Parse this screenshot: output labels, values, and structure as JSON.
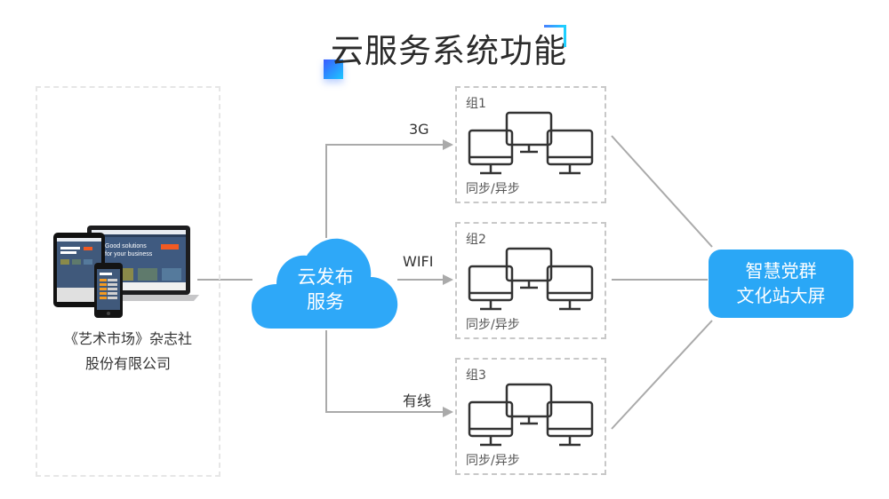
{
  "title": "云服务系统功能",
  "colors": {
    "accent_blue": "#2aa7f6",
    "cloud_blue": "#2ea8f8",
    "line_gray": "#aaaaaa",
    "dash_gray": "#c8c8c8",
    "icon_dark": "#333333"
  },
  "publisher": {
    "icon": "responsive-devices-icon",
    "name_line1": "《艺术市场》杂志社",
    "name_line2": "股份有限公司"
  },
  "cloud": {
    "icon": "cloud-icon",
    "line1": "云发布",
    "line2": "服务"
  },
  "connections": [
    {
      "label": "3G"
    },
    {
      "label": "WIFI"
    },
    {
      "label": "有线"
    }
  ],
  "groups": [
    {
      "label": "组1",
      "mode": "同步/异步",
      "icon": "three-monitors-icon"
    },
    {
      "label": "组2",
      "mode": "同步/异步",
      "icon": "three-monitors-icon"
    },
    {
      "label": "组3",
      "mode": "同步/异步",
      "icon": "three-monitors-icon"
    }
  ],
  "target": {
    "line1": "智慧党群",
    "line2": "文化站大屏"
  }
}
